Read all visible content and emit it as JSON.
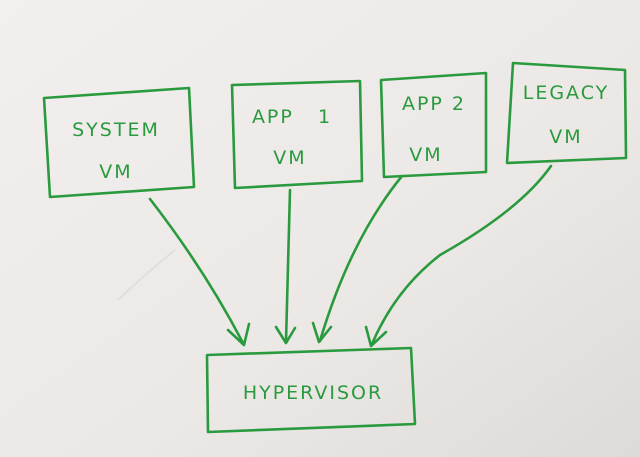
{
  "colors": {
    "ink": "#2a9a3e",
    "paper": "#eeebe9",
    "background": "#d6d2d0"
  },
  "nodes": [
    {
      "id": "system-vm",
      "line1": "SYSTEM",
      "line2": "VM"
    },
    {
      "id": "app1-vm",
      "line1": "APP   1",
      "line2": "VM"
    },
    {
      "id": "app2-vm",
      "line1": "APP 2",
      "line2": "VM"
    },
    {
      "id": "legacy-vm",
      "line1": "LEGACY",
      "line2": "VM"
    },
    {
      "id": "hypervisor",
      "line1": "HYPERVISOR"
    }
  ],
  "edges": [
    {
      "from": "system-vm",
      "to": "hypervisor"
    },
    {
      "from": "app1-vm",
      "to": "hypervisor"
    },
    {
      "from": "app2-vm",
      "to": "hypervisor"
    },
    {
      "from": "legacy-vm",
      "to": "hypervisor"
    }
  ]
}
